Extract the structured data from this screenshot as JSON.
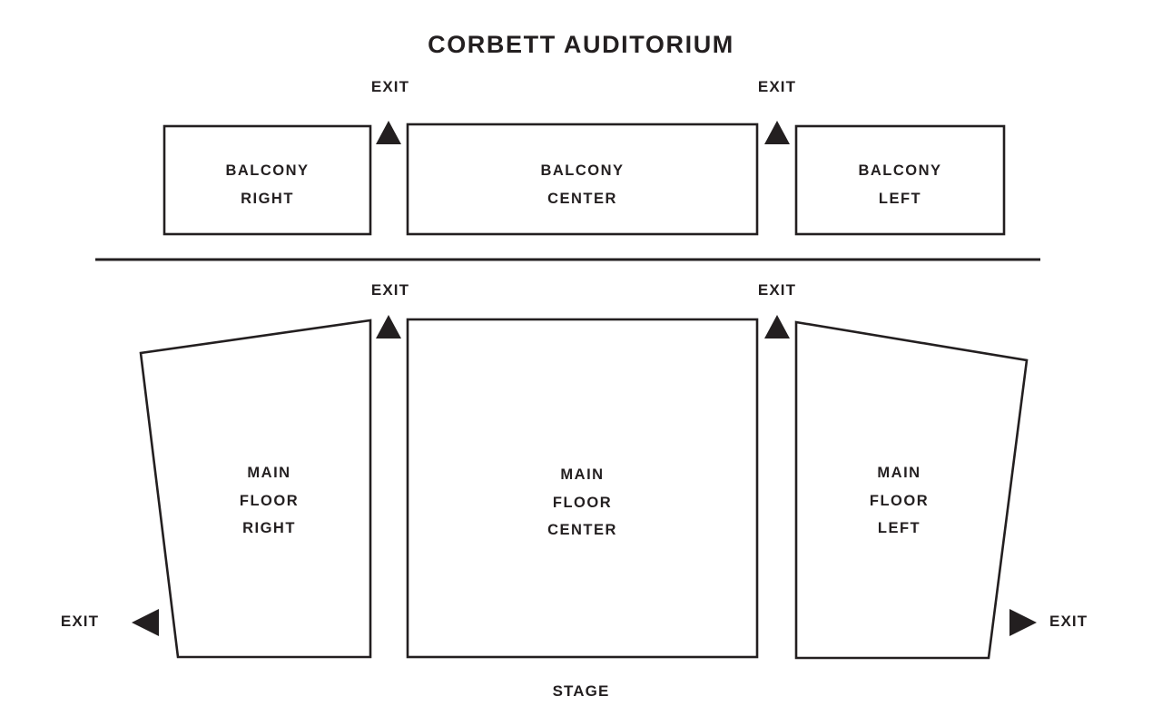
{
  "chart": {
    "title": "CORBETT AUDITORIUM",
    "stage_label": "STAGE",
    "ink_color": "#231f20",
    "background_color": "#ffffff"
  },
  "sections": {
    "balcony_right": {
      "line1": "BALCONY",
      "line2": "RIGHT"
    },
    "balcony_center": {
      "line1": "BALCONY",
      "line2": "CENTER"
    },
    "balcony_left": {
      "line1": "BALCONY",
      "line2": "LEFT"
    },
    "main_floor_right": {
      "line1": "MAIN",
      "line2": "FLOOR",
      "line3": "RIGHT"
    },
    "main_floor_center": {
      "line1": "MAIN",
      "line2": "FLOOR",
      "line3": "CENTER"
    },
    "main_floor_left": {
      "line1": "MAIN",
      "line2": "FLOOR",
      "line3": "LEFT"
    }
  },
  "exits": {
    "balcony_left_aisle": {
      "label": "EXIT",
      "direction": "up"
    },
    "balcony_right_aisle": {
      "label": "EXIT",
      "direction": "up"
    },
    "main_left_aisle": {
      "label": "EXIT",
      "direction": "up"
    },
    "main_right_aisle": {
      "label": "EXIT",
      "direction": "up"
    },
    "house_left_side": {
      "label": "EXIT",
      "direction": "left"
    },
    "house_right_side": {
      "label": "EXIT",
      "direction": "right"
    }
  }
}
